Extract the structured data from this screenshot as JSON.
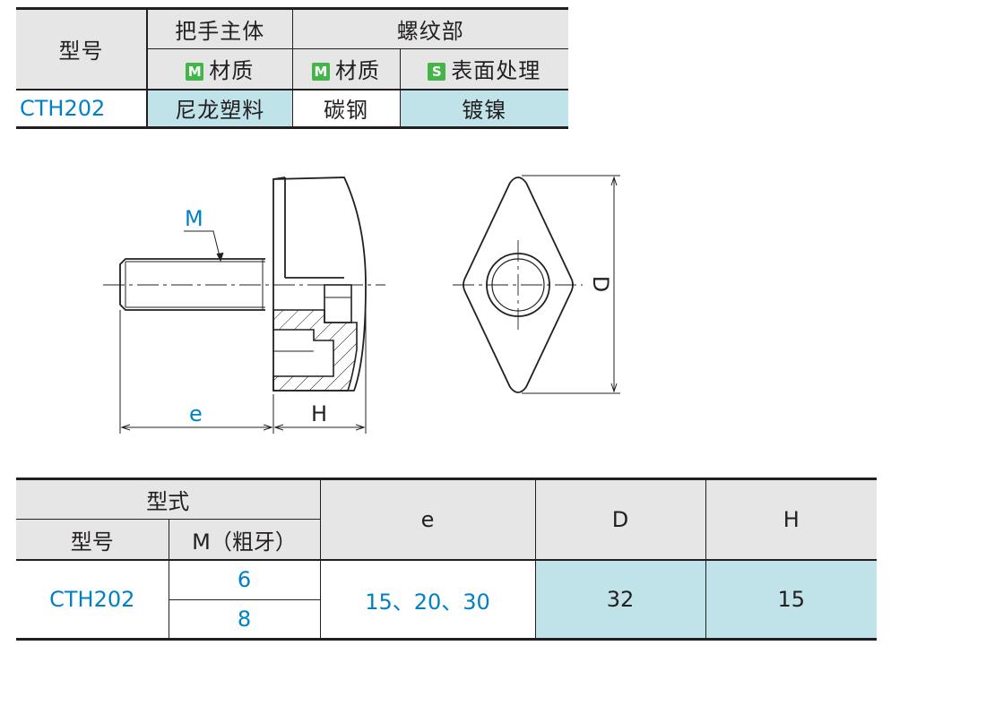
{
  "material_table": {
    "header": {
      "model": "型号",
      "handle_body": "把手主体",
      "thread_part": "螺纹部",
      "material_badge": "M",
      "material": "材质",
      "surface_badge": "S",
      "surface": "表面处理"
    },
    "row": {
      "model": "CTH202",
      "handle_material": "尼龙塑料",
      "thread_material": "碳钢",
      "surface_treatment": "镀镍"
    }
  },
  "drawing": {
    "label_m": "M",
    "label_e": "e",
    "label_h": "H",
    "label_d": "D"
  },
  "dimension_table": {
    "header": {
      "type": "型式",
      "model": "型号",
      "m_coarse": "M（粗牙）",
      "e": "e",
      "d": "D",
      "h": "H"
    },
    "row": {
      "model": "CTH202",
      "m_values": [
        "6",
        "8"
      ],
      "e_values": "15、20、30",
      "d_value": "32",
      "h_value": "15"
    }
  },
  "colors": {
    "header_gray": "#e6e6e6",
    "highlight_cyan": "#bfe3e9",
    "accent_blue": "#0081c6",
    "badge_green": "#44b649"
  }
}
